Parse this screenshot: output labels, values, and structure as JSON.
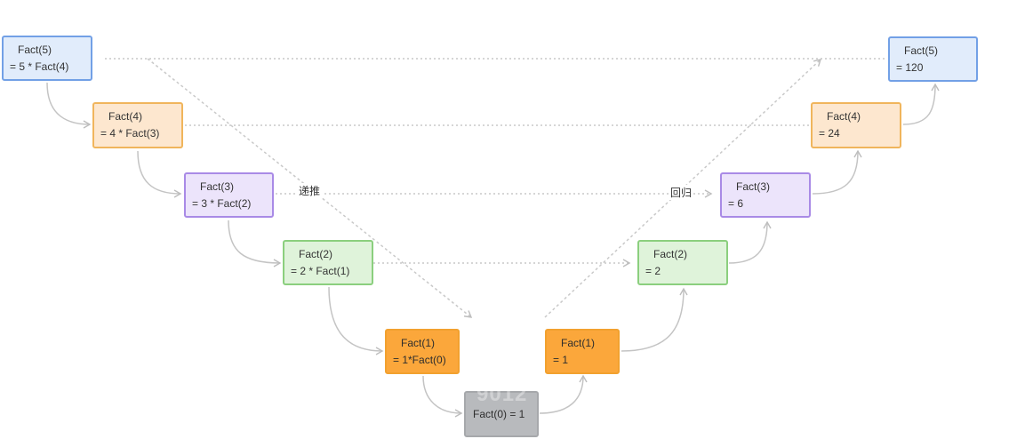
{
  "diagram": {
    "colors": {
      "connector": "#c4c4c4",
      "guide": "#c9c9c9"
    },
    "phase_labels": {
      "descend": "递推",
      "return": "回归"
    },
    "watermark": "9012",
    "recursion_nodes": [
      {
        "line1": "Fact(5)",
        "line2": "= 5 * Fact(4)"
      },
      {
        "line1": "Fact(4)",
        "line2": "= 4 * Fact(3)"
      },
      {
        "line1": "Fact(3)",
        "line2": "= 3 * Fact(2)"
      },
      {
        "line1": "Fact(2)",
        "line2": "= 2 * Fact(1)"
      },
      {
        "line1": "Fact(1)",
        "line2": "= 1*Fact(0)"
      }
    ],
    "base_case": {
      "text": "Fact(0)  = 1"
    },
    "return_nodes": [
      {
        "line1": "Fact(1)",
        "line2": "= 1"
      },
      {
        "line1": "Fact(2)",
        "line2": "= 2"
      },
      {
        "line1": "Fact(3)",
        "line2": "= 6"
      },
      {
        "line1": "Fact(4)",
        "line2": "= 24"
      },
      {
        "line1": "Fact(5)",
        "line2": "= 120"
      }
    ]
  }
}
